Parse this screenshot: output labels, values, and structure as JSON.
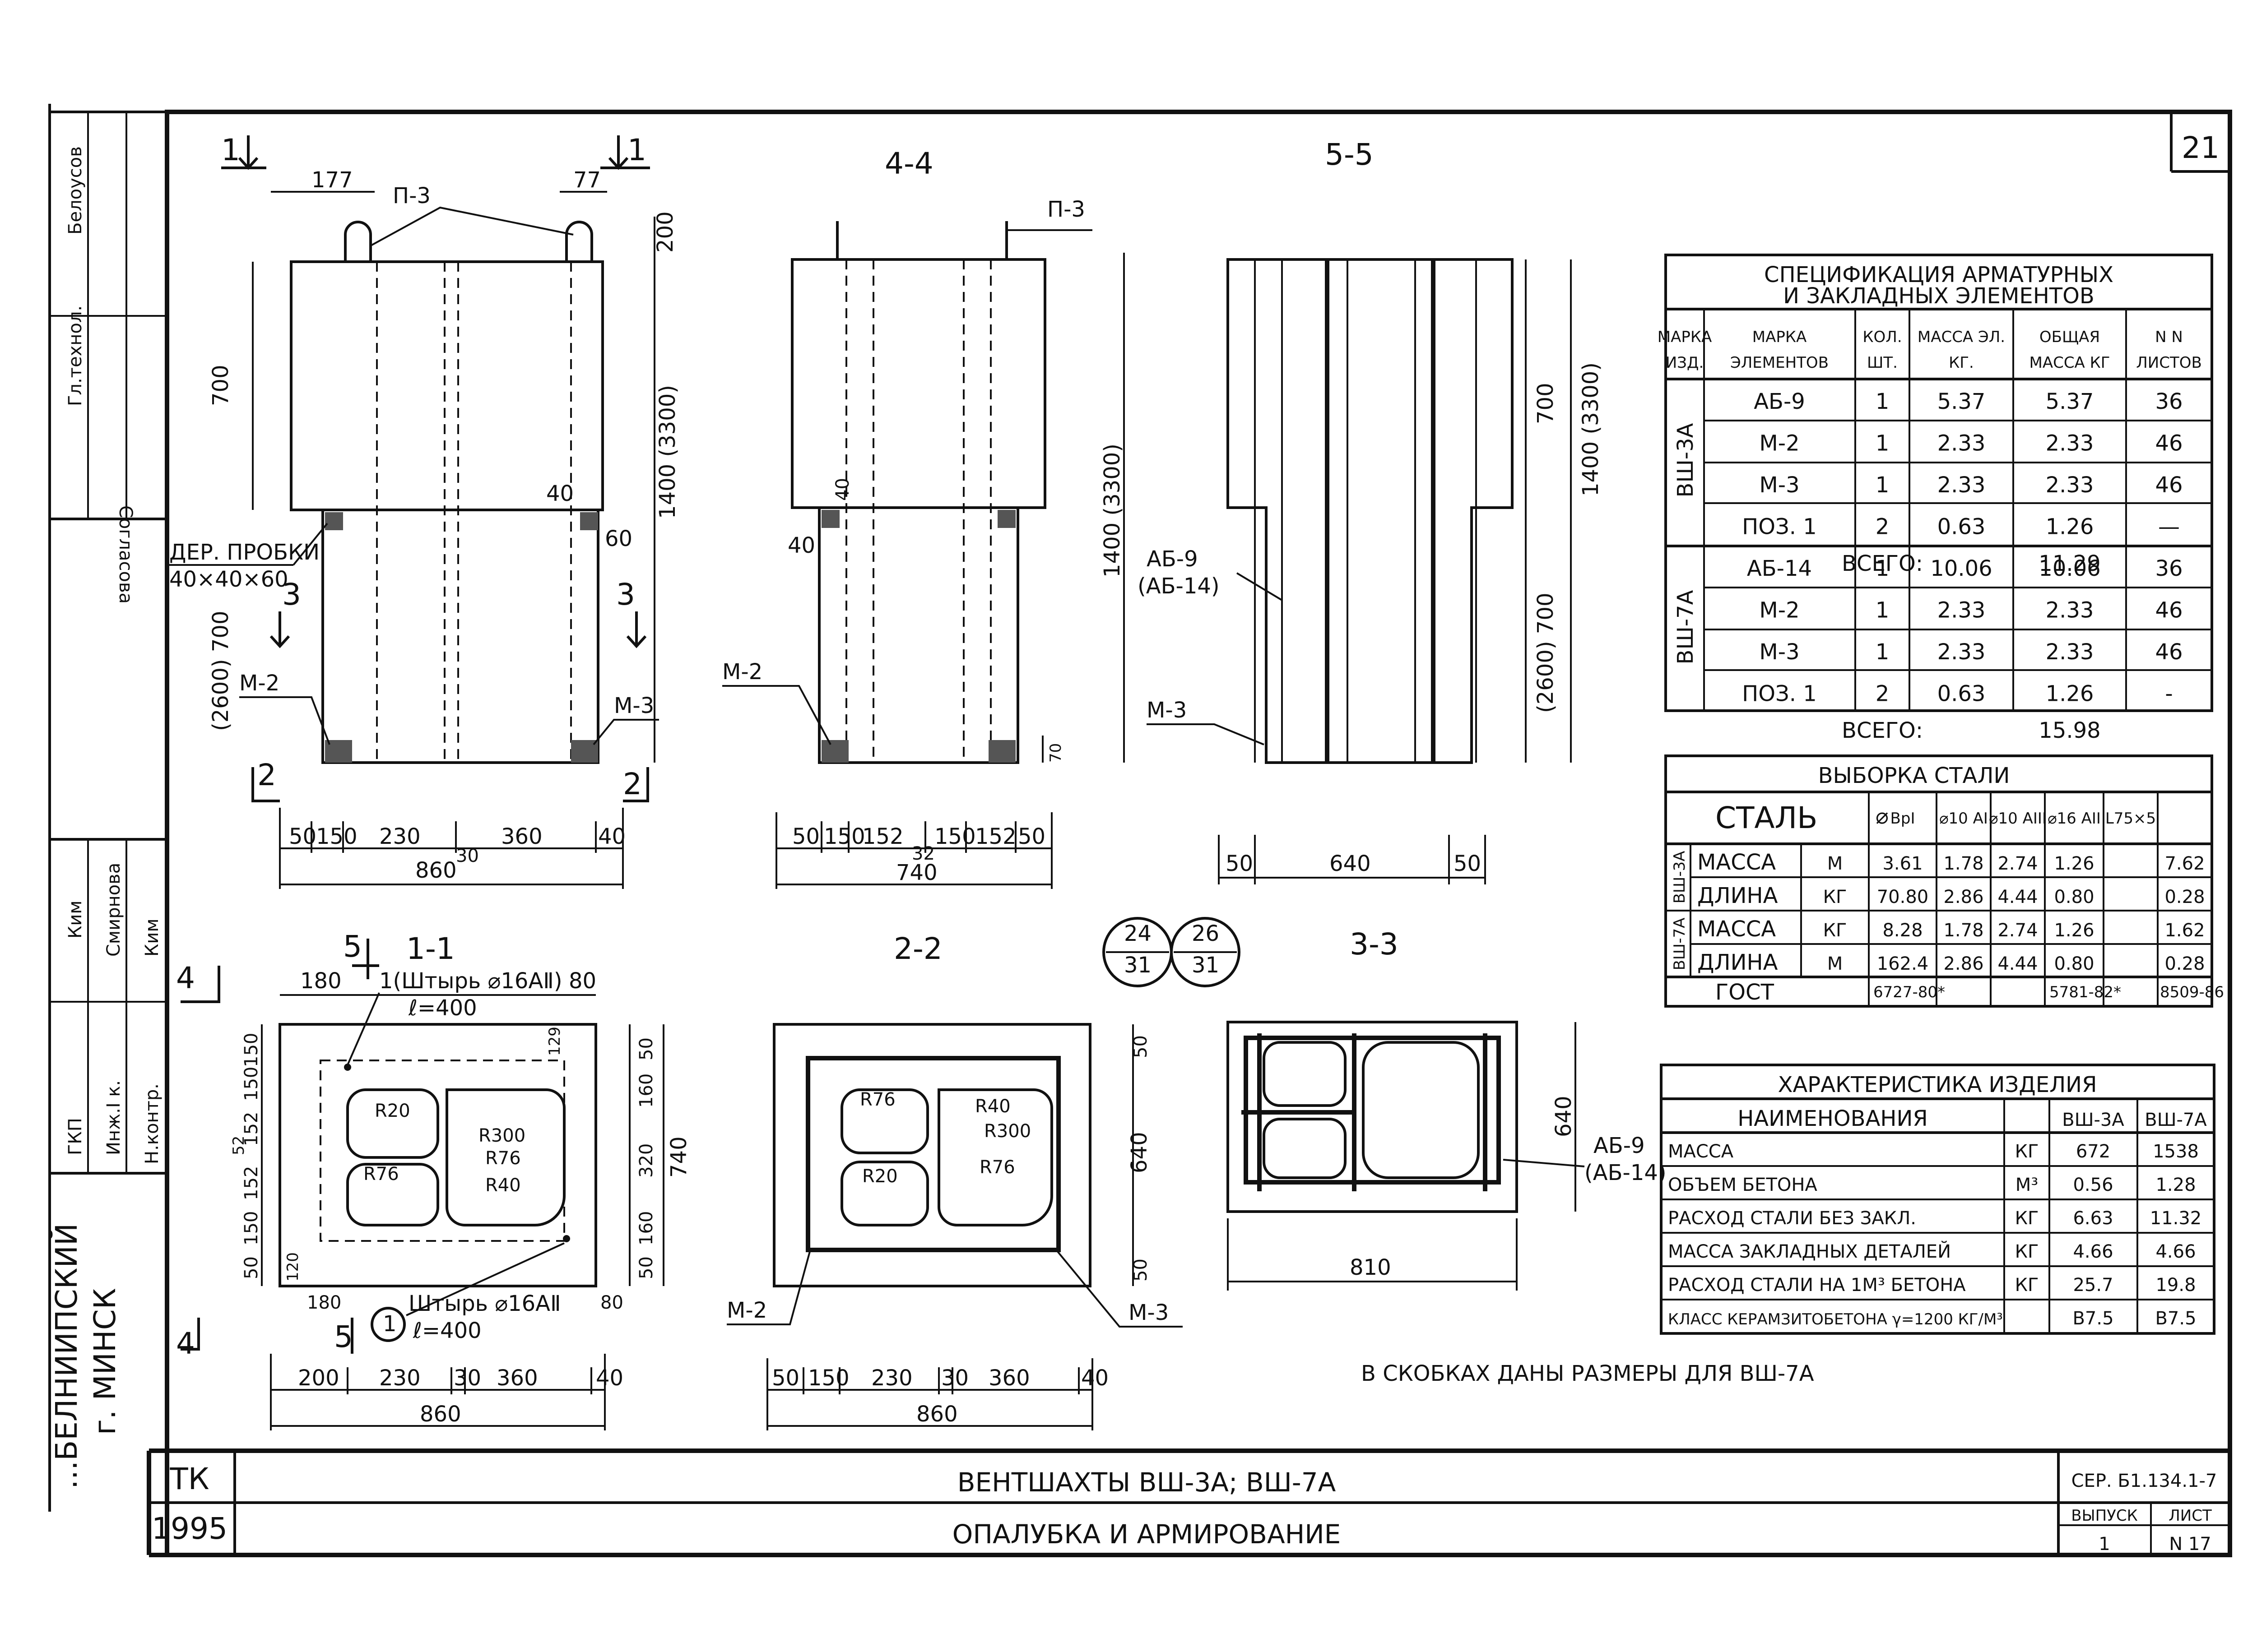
{
  "sheet": {
    "page_number": "21",
    "side_stamp": {
      "signatures": [
        "Белоусов",
        "Гл.технол.",
        "Согласова",
        "Ким",
        "Смирнова",
        "Ким"
      ],
      "roles": [
        "ГКП",
        "Инж.I к.",
        "Н.контр."
      ],
      "org_line1": "...БЕЛНИИПСКИЙ",
      "org_line2": "г. МИНСК"
    }
  },
  "views": {
    "v11_front": {
      "section_mark_left": "1",
      "section_mark_right": "1",
      "part_label": "П-3",
      "dims_top": [
        "177",
        "77"
      ],
      "dim_200": "200",
      "dim_700": "700",
      "dim_1400": "1400 (3300)",
      "dim_40": "40",
      "dim_60": "60",
      "dim_2600_700": "(2600) 700",
      "plug_label_1": "ДЕР. ПРОБКИ",
      "plug_label_2": "40×40×60",
      "marks": [
        "3",
        "3",
        "2",
        "2"
      ],
      "m2": "М-2",
      "m3": "М-3",
      "dims_bottom": [
        "50",
        "150",
        "230",
        "360",
        "40"
      ],
      "dim_total": "860",
      "dim_30": "30"
    },
    "v44": {
      "title": "4-4",
      "part_label": "П-3",
      "dim_40a": "40",
      "dim_40b": "40",
      "dim_1400": "1400 (3300)",
      "m2": "М-2",
      "dim_70": "70",
      "dims_bottom": [
        "50",
        "150",
        "152",
        "150",
        "152",
        "50"
      ],
      "dim_32": "32",
      "dim_total": "740"
    },
    "v55": {
      "title": "5-5",
      "ab_label_1": "АБ-9",
      "ab_label_2": "(АБ-14)",
      "m3": "М-3",
      "dim_700": "700",
      "dim_1400": "1400 (3300)",
      "dim_2600_700": "(2600) 700",
      "dims_bottom": [
        "50",
        "640",
        "50"
      ]
    },
    "v1_1": {
      "title": "1-1",
      "mark_4": "4",
      "mark_5": "5",
      "pin_label": "1(Штырь ⌀16АⅡ)",
      "pin_len": "ℓ=400",
      "pin_label_b_num": "1",
      "pin_label_b": "Штырь ⌀16АⅡ",
      "pin_len_b": "ℓ=400",
      "dims_top": [
        "180",
        "80"
      ],
      "dim_120": "120",
      "dim_129": "129",
      "radii": [
        "R20",
        "R76",
        "R300",
        "R76",
        "R40"
      ],
      "dims_left": [
        "150",
        "150",
        "152",
        "52",
        "152",
        "150",
        "50"
      ],
      "dims_right": [
        "50",
        "160",
        "320",
        "160",
        "50"
      ],
      "dim_740": "740",
      "dims_bottom_inner": [
        "180",
        "80"
      ],
      "dims_bottom": [
        "200",
        "230",
        "30",
        "360",
        "40"
      ],
      "dim_total": "860"
    },
    "v2_2": {
      "title": "2-2",
      "radii": [
        "R76",
        "R40",
        "R300",
        "R20",
        "R76"
      ],
      "dims_right": [
        "50",
        "640",
        "50"
      ],
      "m2": "М-2",
      "m3": "М-3",
      "dims_bottom": [
        "50",
        "150",
        "230",
        "30",
        "360",
        "40"
      ],
      "dim_total": "860"
    },
    "v3_3": {
      "title": "3-3",
      "bubble_a_top": "24",
      "bubble_a_bot": "31",
      "bubble_b_top": "26",
      "bubble_b_bot": "31",
      "ab_label_1": "АБ-9",
      "ab_label_2": "(АБ-14)",
      "dim_640": "640",
      "dim_810": "810"
    }
  },
  "spec_table": {
    "title_1": "СПЕЦИФИКАЦИЯ АРМАТУРНЫХ",
    "title_2": "И ЗАКЛАДНЫХ ЭЛЕМЕНТОВ",
    "headers": [
      [
        "МАРКА",
        "ИЗД."
      ],
      [
        "МАРКА",
        "ЭЛЕМЕНТОВ"
      ],
      [
        "КОЛ.",
        "ШТ."
      ],
      [
        "МАССА ЭЛ.",
        "КГ."
      ],
      [
        "ОБЩАЯ",
        "МАССА КГ"
      ],
      [
        "N N",
        "ЛИСТОВ"
      ]
    ],
    "groups": [
      {
        "product": "ВШ-3А",
        "rows": [
          [
            "АБ-9",
            "1",
            "5.37",
            "5.37",
            "36"
          ],
          [
            "М-2",
            "1",
            "2.33",
            "2.33",
            "46"
          ],
          [
            "М-3",
            "1",
            "2.33",
            "2.33",
            "46"
          ],
          [
            "ПОЗ. 1",
            "2",
            "0.63",
            "1.26",
            "—"
          ]
        ],
        "total_label": "ВСЕГО:",
        "total_value": "11.29"
      },
      {
        "product": "ВШ-7А",
        "rows": [
          [
            "АБ-14",
            "1",
            "10.06",
            "10.06",
            "36"
          ],
          [
            "М-2",
            "1",
            "2.33",
            "2.33",
            "46"
          ],
          [
            "М-3",
            "1",
            "2.33",
            "2.33",
            "46"
          ],
          [
            "ПОЗ. 1",
            "2",
            "0.63",
            "1.26",
            "-"
          ]
        ],
        "total_label": "ВСЕГО:",
        "total_value": "15.98"
      }
    ]
  },
  "steel_table": {
    "title": "ВЫБОРКА СТАЛИ",
    "header_steel": "СТАЛЬ",
    "header_d": "⌀",
    "headers": [
      "ВрI",
      "⌀10 АI",
      "⌀10 АIII",
      "⌀16 АII",
      "L75×5"
    ],
    "rows": [
      {
        "product": "ВШ-3А",
        "label": "МАССА",
        "unit": "М",
        "values": [
          "3.61",
          "1.78",
          "2.74",
          "1.26",
          "7.62"
        ]
      },
      {
        "product": "ВШ-3А",
        "label": "ДЛИНА",
        "unit": "КГ",
        "values": [
          "70.80",
          "2.86",
          "4.44",
          "0.80",
          "0.28"
        ]
      },
      {
        "product": "ВШ-7А",
        "label": "МАССА",
        "unit": "КГ",
        "values": [
          "8.28",
          "1.78",
          "2.74",
          "1.26",
          "1.62"
        ]
      },
      {
        "product": "ВШ-7А",
        "label": "ДЛИНА",
        "unit": "М",
        "values": [
          "162.4",
          "2.86",
          "4.44",
          "0.80",
          "0.28"
        ]
      }
    ],
    "gost_label": "ГОСТ",
    "gost_values": [
      "6727-80*",
      "5781-82*",
      "8509-86"
    ]
  },
  "char_table": {
    "title": "ХАРАКТЕРИСТИКА ИЗДЕЛИЯ",
    "header_name": "НАИМЕНОВАНИЯ",
    "header_a": "ВШ-3А",
    "header_b": "ВШ-7А",
    "rows": [
      {
        "name": "МАССА",
        "unit": "КГ",
        "a": "672",
        "b": "1538"
      },
      {
        "name": "ОБЪЕМ БЕТОНА",
        "unit": "М³",
        "a": "0.56",
        "b": "1.28"
      },
      {
        "name": "РАСХОД СТАЛИ БЕЗ ЗАКЛ.",
        "unit": "КГ",
        "a": "6.63",
        "b": "11.32"
      },
      {
        "name": "МАССА ЗАКЛАДНЫХ ДЕТАЛЕЙ",
        "unit": "КГ",
        "a": "4.66",
        "b": "4.66"
      },
      {
        "name": "РАСХОД СТАЛИ НА 1М³ БЕТОНА",
        "unit": "КГ",
        "a": "25.7",
        "b": "19.8"
      },
      {
        "name": "КЛАСС КЕРАМЗИТОБЕТОНА γ=1200 КГ/М³",
        "unit": "",
        "a": "B7.5",
        "b": "B7.5"
      }
    ]
  },
  "note": "В СКОБКАХ ДАНЫ РАЗМЕРЫ ДЛЯ ВШ-7А",
  "title_block": {
    "code": "ТК",
    "year": "1995",
    "title": "ВЕНТШАХТЫ ВШ-3А; ВШ-7А",
    "subtitle": "ОПАЛУБКА И АРМИРОВАНИЕ",
    "series": "СЕР. Б1.134.1-7",
    "issue_label": "ВЫПУСК",
    "issue_value": "1",
    "sheet_label": "ЛИСТ",
    "sheet_value": "N 17"
  }
}
